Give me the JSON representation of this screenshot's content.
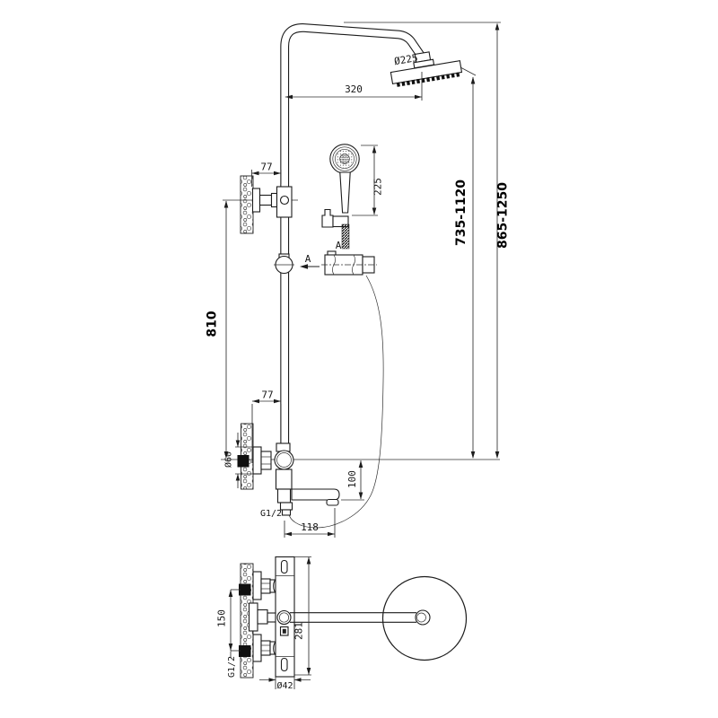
{
  "front_view": {
    "head_diameter": "Ø225",
    "arm_reach": "320",
    "handshower_length": "225",
    "upper_bracket_offset": "77",
    "lower_bracket_offset": "77",
    "bar_length": "810",
    "riser_height_range": "735-1120",
    "overall_height_range": "865-1250",
    "flange_diameter": "Ø60",
    "spout_drop": "100",
    "spout_reach": "118",
    "outlet_thread": "G1/2",
    "section_view_label": "A",
    "section_cut_label": "A"
  },
  "plan_view": {
    "inlet_spacing": "150",
    "inlet_thread": "G1/2",
    "body_length": "281",
    "body_diameter": "Ø42"
  },
  "colors": {
    "line": "#1c1c1c",
    "background": "#ffffff"
  }
}
